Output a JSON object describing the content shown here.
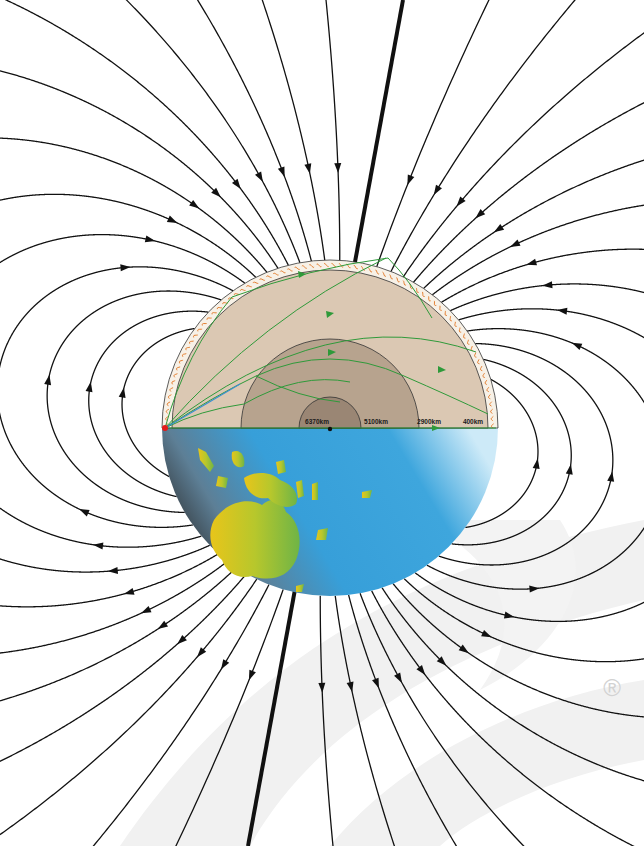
{
  "diagram": {
    "labels": [
      "6370km",
      "5100km",
      "2900km",
      "400km",
      "®"
    ]
  }
}
